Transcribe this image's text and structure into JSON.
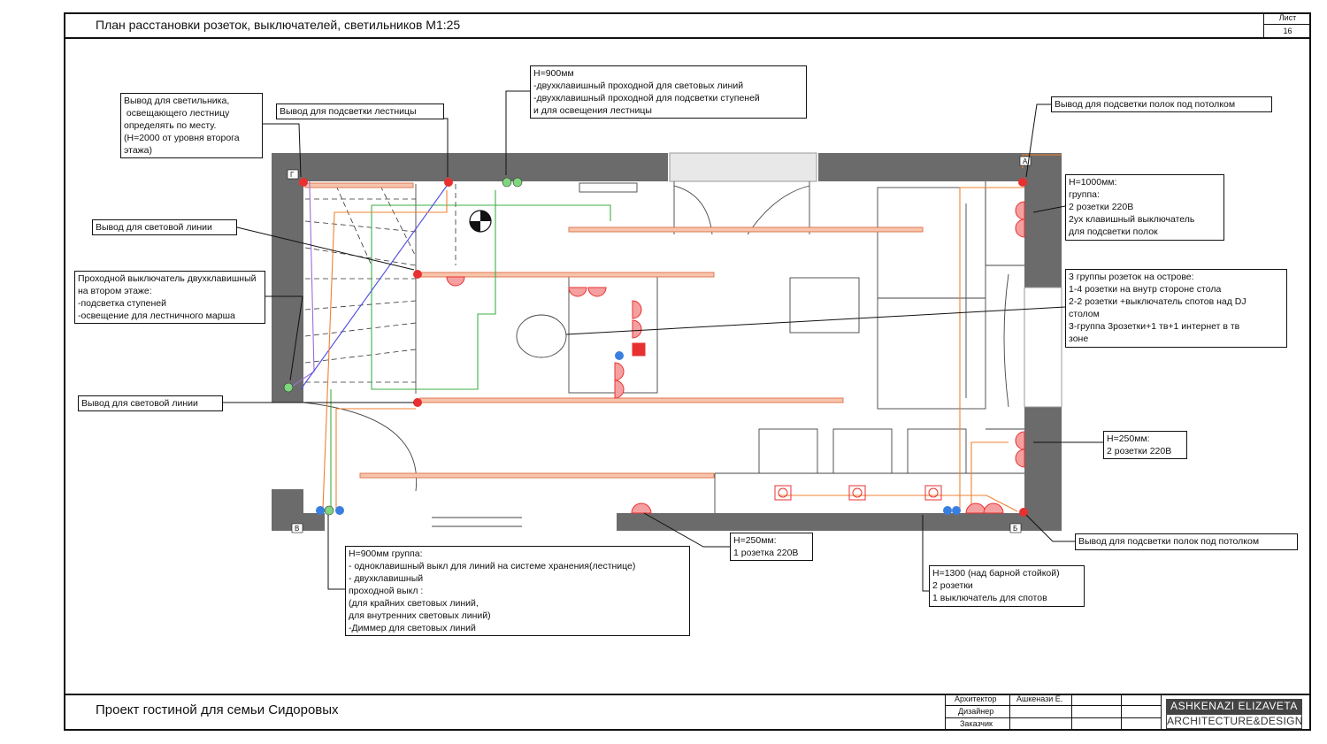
{
  "sheet": {
    "title": "План расстановки розеток, выключателей, светильников М1:25",
    "sheet_label": "Лист",
    "sheet_number": "16",
    "project_title": "Проект гостиной для семьи Сидоровых"
  },
  "stamp": {
    "rows": [
      {
        "role": "Архитектор",
        "name": "Ашкенази Е."
      },
      {
        "role": "Дизайнер",
        "name": ""
      },
      {
        "role": "Заказчик",
        "name": ""
      }
    ],
    "brand_top": "ASHKENAZI ELIZAVETA",
    "brand_bottom": "ARCHITECTURE&DESIGN"
  },
  "notes": {
    "stair_lamp": "Вывод для светильника,\n освещающего лестницу\nопределять по месту.\n(Н=2000 от уровня второга\nэтажа)",
    "stair_backlight": "Вывод для подсветки лестницы",
    "switch_900": "Н=900мм\n-двухклавишный проходной для световых линий\n-двухклавишный проходной для подсветки ступеней\nи для освещения лестницы",
    "shelf_top": "Вывод для подсветки полок под потолком",
    "h1000": "Н=1000мм:\nгруппа:\n2 розетки 220В\n2ух клавишный выключатель\nдля подсветки полок",
    "light_line_1": "Вывод для световой линии",
    "second_floor_switch": "Проходной выключатель двухклавишный\nна втором этаже:\n-подсветка ступеней\n-освещение для лестничного марша",
    "island": "3 группы розеток на острове:\n1-4 розетки на внутр стороне стола\n2-2 розетки +выключатель спотов над DJ\nстолом\n3-группа 3розетки+1 тв+1 интернет в тв\nзоне",
    "light_line_2": "Вывод для световой линии",
    "h250_right": "Н=250мм:\n2 розетки 220В",
    "shelf_bottom": "Вывод для подсветки полок под потолком",
    "h250_bottom": "Н=250мм:\n1 розетка 220В",
    "h1300": "Н=1300 (над барной стойкой)\n2 розетки\n1 выключатель для спотов",
    "group_900": "Н=900мм группа:\n- одноклавишный выкл для линий на системе хранения(лестнице)\n- двухклавишный\nпроходной выкл :\n(для крайних световых линий,\nдля внутренних световых линий)\n-Диммер для световых линий"
  },
  "marks": {
    "a": "А",
    "b": "Б",
    "g": "Г",
    "v": "В"
  },
  "colors": {
    "wall": "#6b6b6b",
    "light_line": "#f4a07a",
    "orange_wire": "#f08030",
    "green_wire": "#3cb043",
    "blue_wire": "#4a4ae0",
    "purple_wire": "#9b6fd6",
    "socket": "#e83030",
    "switch_green": "#7ed67e",
    "switch_blue": "#3a7fe0"
  }
}
